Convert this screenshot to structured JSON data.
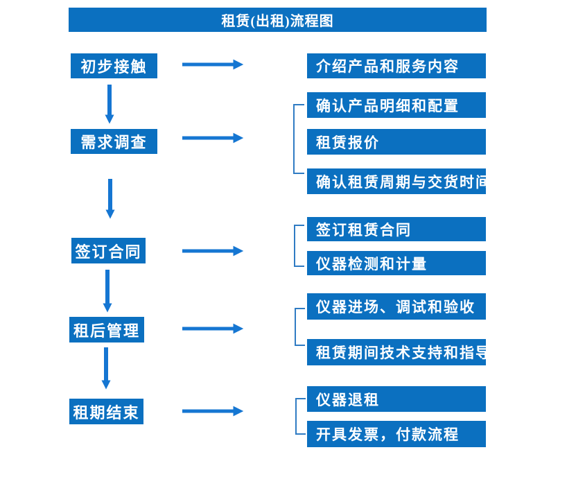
{
  "title": "租赁(出租)流程图",
  "colors": {
    "box_fill": "#0b70c0",
    "arrow": "#1576d2",
    "bracket": "#2f7bc3",
    "text": "#ffffff",
    "background": "#ffffff"
  },
  "steps": [
    {
      "label": "初步接触",
      "outputs": [
        "介绍产品和服务内容"
      ]
    },
    {
      "label": "需求调查",
      "outputs": [
        "确认产品明细和配置",
        "租赁报价",
        "确认租赁周期与交货时间"
      ]
    },
    {
      "label": "签订合同",
      "outputs": [
        "签订租赁合同",
        "仪器检测和计量"
      ]
    },
    {
      "label": "租后管理",
      "outputs": [
        "仪器进场、调试和验收",
        "租赁期间技术支持和指导"
      ]
    },
    {
      "label": "租期结束",
      "outputs": [
        "仪器退租",
        "开具发票，付款流程"
      ]
    }
  ]
}
